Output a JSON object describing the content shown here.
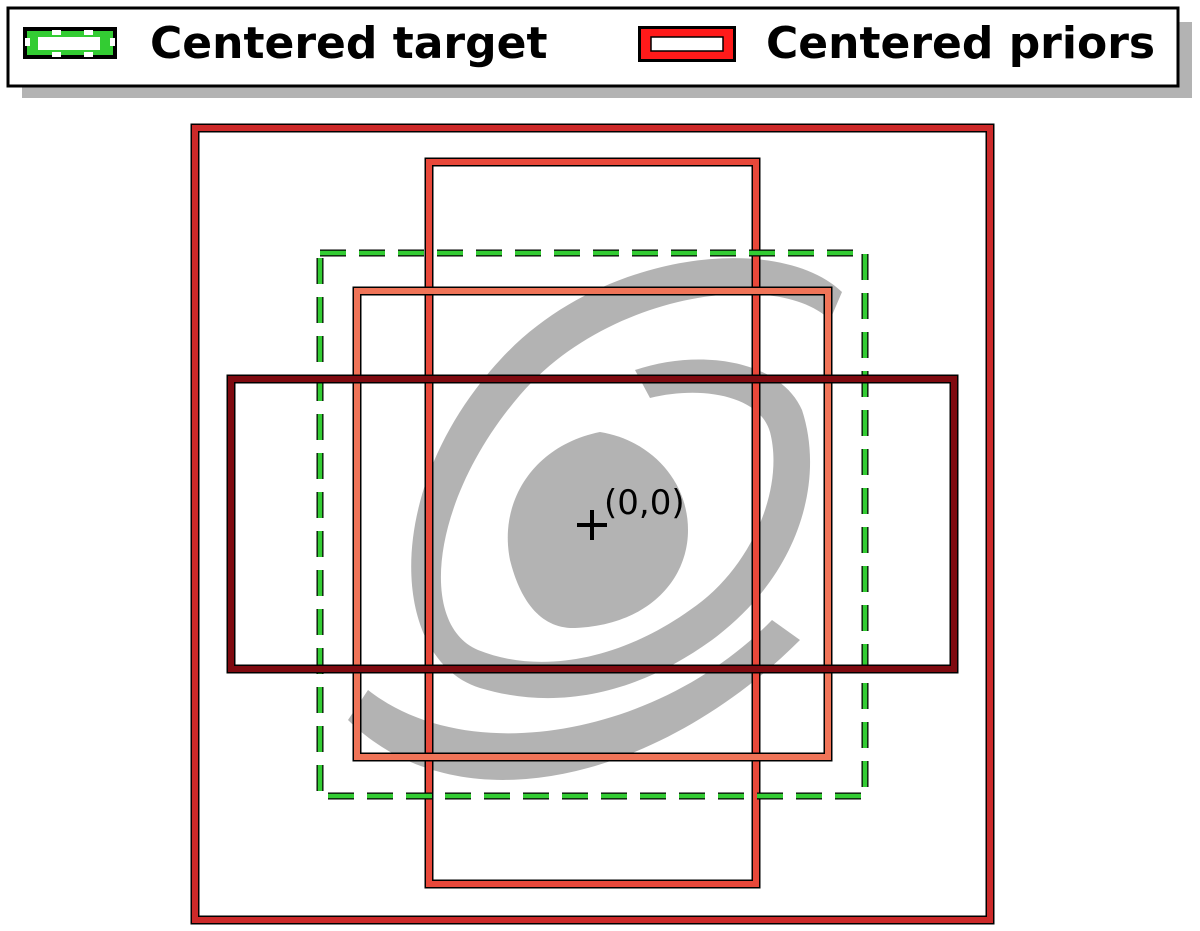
{
  "legend": {
    "target_label": "Centered target",
    "priors_label": "Centered priors"
  },
  "origin": {
    "label": "(0,0)",
    "marker": "+"
  },
  "colors": {
    "target": "#33cc33",
    "prior_large_square": "#cc2929",
    "prior_tall": "#e8483a",
    "prior_medium": "#f07458",
    "prior_wide": "#7f0a10",
    "galaxy": "#b3b3b3",
    "outline": "#000000",
    "legend_shadow": "#b3b3b3"
  },
  "icons": {
    "galaxy": "spiral-galaxy-icon",
    "origin": "crosshair-plus-icon"
  }
}
